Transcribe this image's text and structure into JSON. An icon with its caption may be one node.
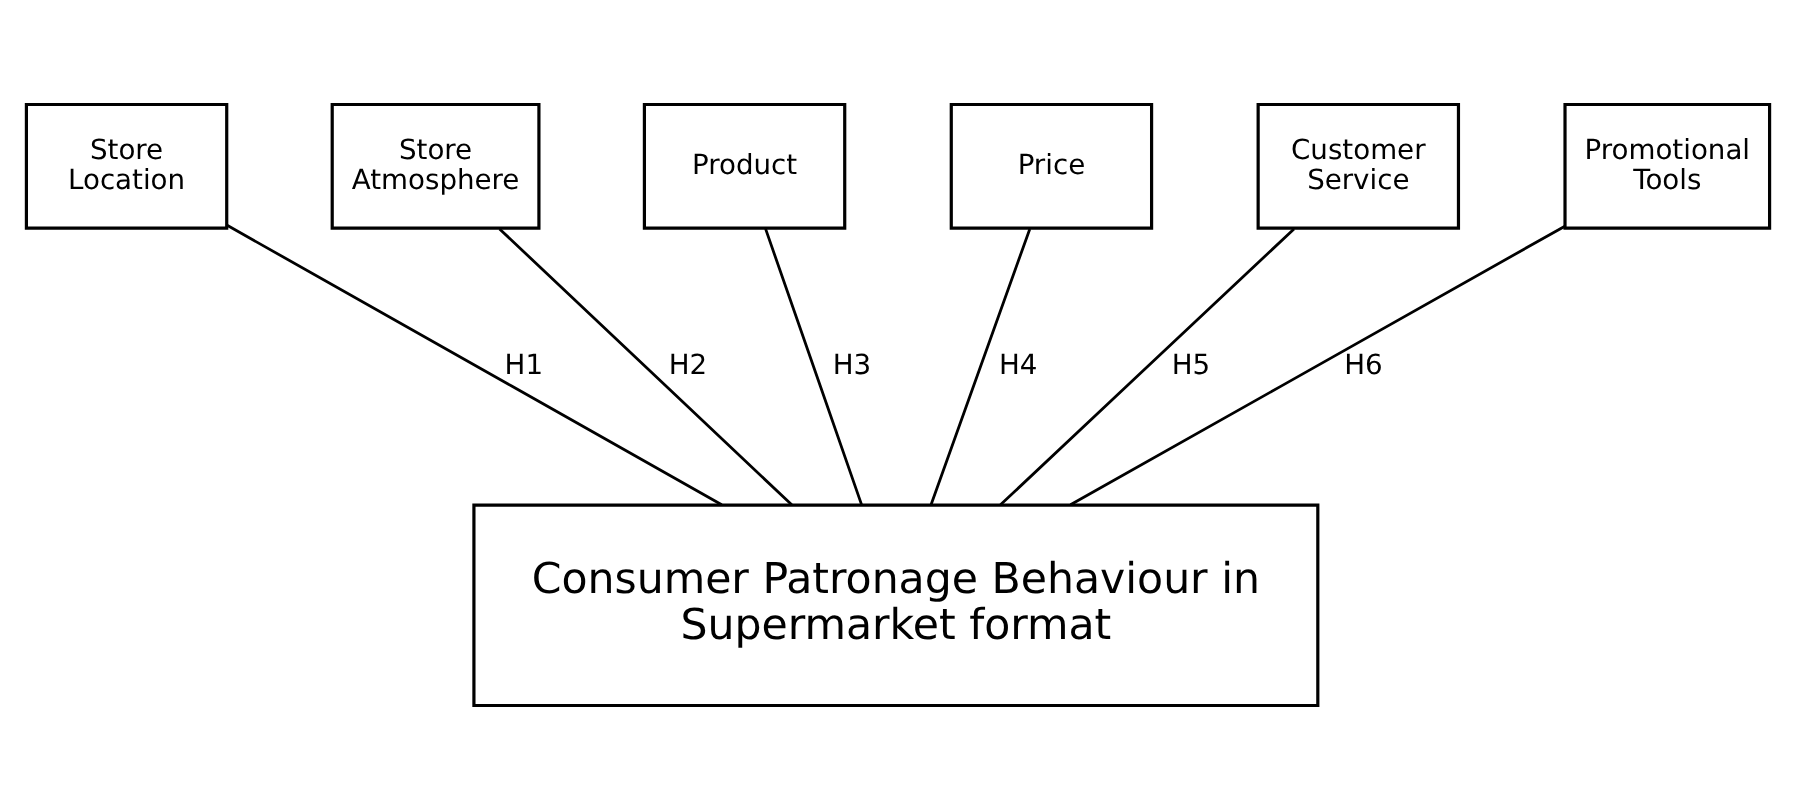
{
  "diagram": {
    "nodes": [
      {
        "text": [
          "Store Location"
        ]
      },
      {
        "text": [
          "Store Atmosphere"
        ]
      },
      {
        "text": [
          "Product"
        ]
      },
      {
        "text": [
          "Price"
        ]
      },
      {
        "text": [
          "Customer Service"
        ]
      },
      {
        "text": [
          "Promotional Tools"
        ]
      },
      {
        "text": [
          "Consumer Patronage Behaviour in Supermarket format"
        ]
      }
    ],
    "edges": [
      {
        "from": 0,
        "to": 6,
        "arrow": "none",
        "label": "H1"
      },
      {
        "from": 1,
        "to": 6,
        "arrow": "none",
        "label": "H2"
      },
      {
        "from": 2,
        "to": 6,
        "arrow": "none",
        "label": "H3"
      },
      {
        "from": 3,
        "to": 6,
        "arrow": "none",
        "label": "H4"
      },
      {
        "from": 4,
        "to": 6,
        "arrow": "none",
        "label": "H5"
      },
      {
        "from": 5,
        "to": 6,
        "arrow": "none",
        "label": "H6"
      }
    ]
  }
}
